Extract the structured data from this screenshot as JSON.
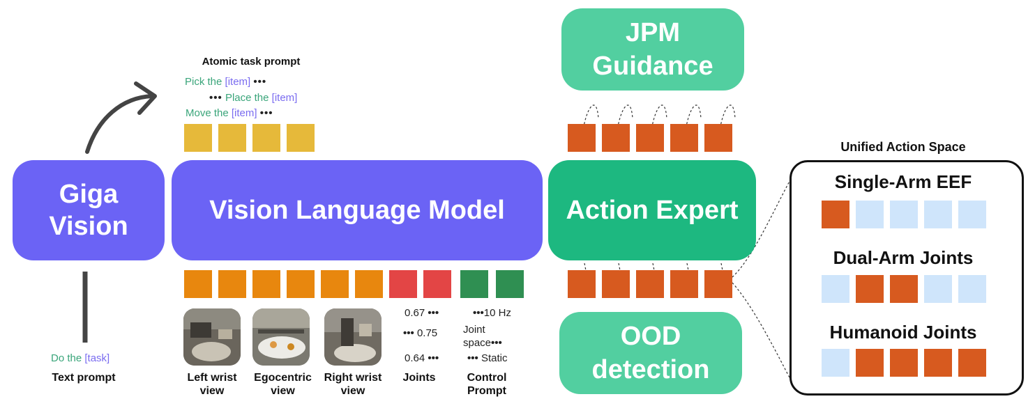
{
  "giga_vision": "Giga Vision",
  "vlm": "Vision Language Model",
  "action_expert": "Action Expert",
  "jpm": "JPM Guidance",
  "ood": "OOD detection",
  "atomic": {
    "title": "Atomic task prompt",
    "line1": {
      "verb": "Pick the",
      "item": "[item]",
      "dots": "•••"
    },
    "line2": {
      "dots": "•••",
      "verb": "Place the",
      "item": "[item]"
    },
    "line3": {
      "verb": "Move the",
      "item": "[item]",
      "dots": "•••"
    }
  },
  "text_prompt": {
    "verb": "Do the",
    "item": "[task]",
    "label": "Text prompt"
  },
  "inputs": {
    "left_wrist": "Left wrist view",
    "egocentric": "Egocentric view",
    "right_wrist": "Right wrist view",
    "joints": "Joints",
    "control": "Control Prompt"
  },
  "joint_values": [
    "0.67",
    "0.75",
    "0.64"
  ],
  "control_values": [
    "10 Hz",
    "Joint space",
    "Static"
  ],
  "dots": "•••",
  "unified": {
    "title": "Unified Action Space",
    "single": "Single-Arm EEF",
    "dual": "Dual-Arm Joints",
    "humanoid": "Humanoid Joints"
  },
  "colors": {
    "purple": "#6b63f5",
    "green_dark": "#1db880",
    "green_light": "#52cfa0",
    "yellow": "#e6b93a",
    "orange": "#e8870e",
    "red": "#e34545",
    "dark_green": "#2f8f52",
    "rust": "#d75a1f",
    "light_blue": "#cfe5fb"
  }
}
